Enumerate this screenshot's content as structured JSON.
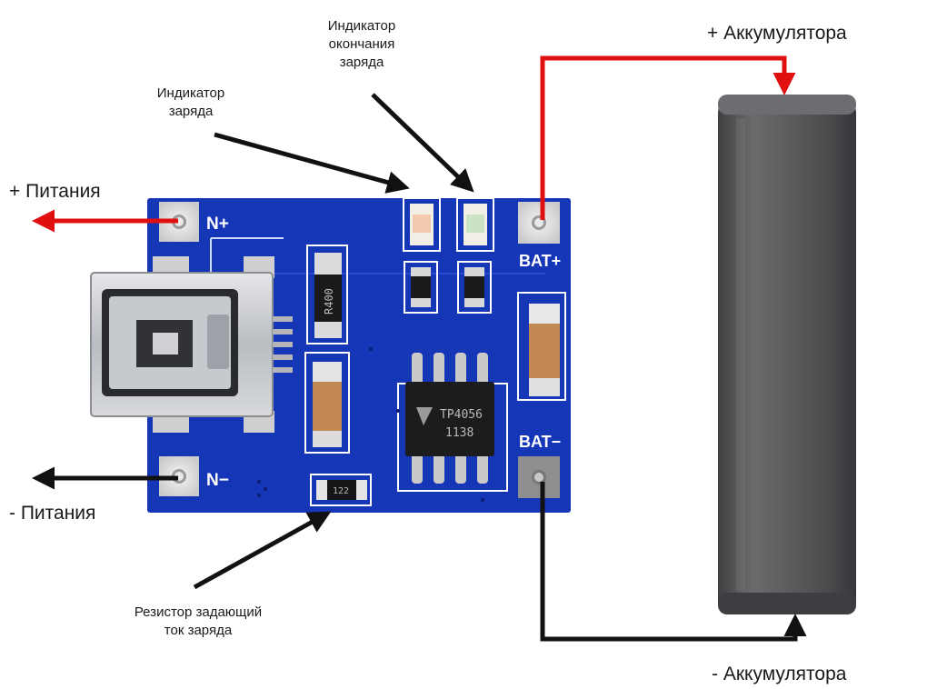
{
  "labels": {
    "plus_power": "+ Питания",
    "minus_power": "- Питания",
    "plus_battery": "+ Аккумулятора",
    "minus_battery": "- Аккумулятора",
    "charge_indicator_line1": "Индикатор",
    "charge_indicator_line2": "заряда",
    "done_indicator_line1": "Индикатор",
    "done_indicator_line2": "окончания",
    "done_indicator_line3": "заряда",
    "resistor_line1": "Резистор задающий",
    "resistor_line2": "ток заряда"
  },
  "board_marks": {
    "in_plus": "N+",
    "in_minus": "N−",
    "bat_plus": "BAT+",
    "bat_minus": "BAT−",
    "chip_line1": "TP4056",
    "chip_line2": "1138",
    "res_r1": "R400",
    "res_r2": "122"
  },
  "colors": {
    "board": "#1636b8",
    "positive_wire": "#e01010",
    "negative_wire": "#111111",
    "battery": "#5b5c5e"
  }
}
